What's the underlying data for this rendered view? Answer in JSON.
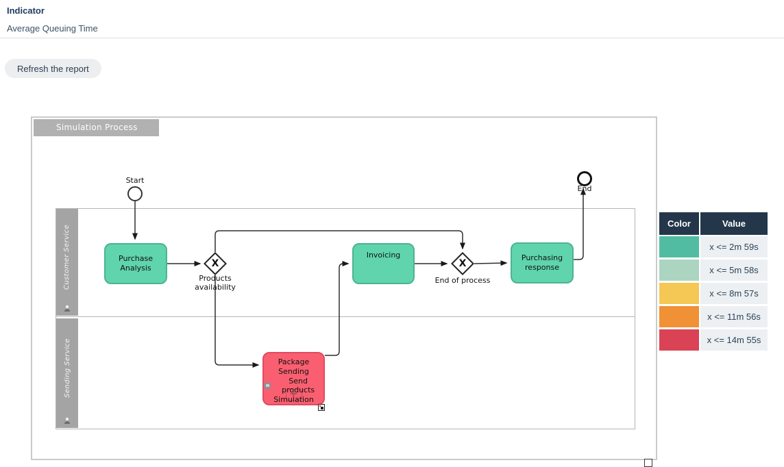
{
  "header": {
    "title": "Indicator",
    "subtitle": "Average Queuing Time"
  },
  "toolbar": {
    "refresh_label": "Refresh the report"
  },
  "diagram": {
    "pool_title": "Simulation Process",
    "lanes": [
      {
        "label": "Customer Service"
      },
      {
        "label": "Sending Service"
      }
    ],
    "events": {
      "start_label": "Start",
      "end_label": "End"
    },
    "tasks": [
      {
        "label": "Purchase Analysis",
        "color": "#5fd4ad"
      },
      {
        "label": "Invoicing",
        "color": "#5fd4ad"
      },
      {
        "label": "Purchasing response",
        "color": "#5fd4ad"
      },
      {
        "label": "Package Sending",
        "marker_label": "Send products",
        "marker_label2": "Simulation",
        "color": "#f95f70"
      }
    ],
    "gateways": [
      {
        "label": "Products availability"
      },
      {
        "label": "End of process"
      }
    ]
  },
  "legend": {
    "columns": [
      "Color",
      "Value"
    ],
    "header_bg": "#24374a",
    "rows": [
      {
        "color": "#52bca2",
        "value": "x <= 2m 59s"
      },
      {
        "color": "#abd5c0",
        "value": "x <= 5m 58s"
      },
      {
        "color": "#f5c754",
        "value": "x <= 8m 57s"
      },
      {
        "color": "#ef9134",
        "value": "x <= 11m 56s"
      },
      {
        "color": "#d94355",
        "value": "x <= 14m 55s"
      }
    ]
  }
}
